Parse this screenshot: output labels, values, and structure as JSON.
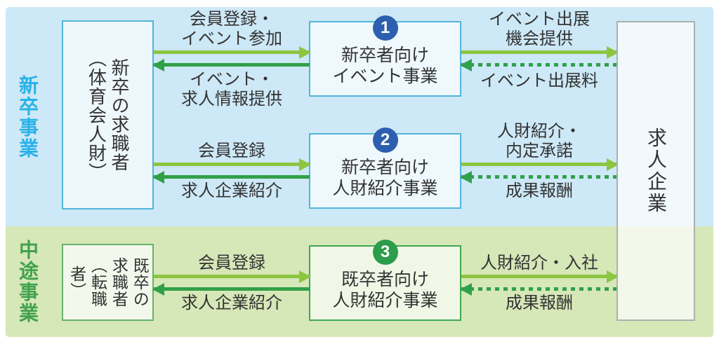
{
  "colors": {
    "panel_blue": "#cde8f6",
    "panel_green": "#d6e7b8",
    "box_border_blue": "#53b5da",
    "box_border_green": "#3fa851",
    "arrow_light_green": "#8cc540",
    "arrow_dark_green": "#31a047",
    "arrow_dashed_green": "#2fa14b",
    "circle_blue": "#2d5fae",
    "circle_green": "#2b9d4b",
    "section_label_blue": "#29b2e8",
    "section_label_green": "#41a24e",
    "company_border_gray": "#a9b2ab"
  },
  "sections": {
    "new_grad": {
      "label": "新卒事業"
    },
    "mid_career": {
      "label": "中途事業"
    }
  },
  "boxes": {
    "new_grad_seeker": {
      "line1": "新卒の求職者",
      "line2": "（体育会人財）"
    },
    "mid_seeker": {
      "line1": "既卒の",
      "line2": "求職者",
      "line3": "（転職者）"
    },
    "biz1": {
      "number": "1",
      "line1": "新卒者向け",
      "line2": "イベント事業"
    },
    "biz2": {
      "number": "2",
      "line1": "新卒者向け",
      "line2": "人財紹介事業"
    },
    "biz3": {
      "number": "3",
      "line1": "既卒者向け",
      "line2": "人財紹介事業"
    },
    "company": {
      "label": "求人企業"
    }
  },
  "flows": {
    "f1_register": {
      "line1": "会員登録・",
      "line2": "イベント参加"
    },
    "f1_info": {
      "line1": "イベント・",
      "line2": "求人情報提供"
    },
    "f1_opportunity": {
      "line1": "イベント出展",
      "line2": "機会提供"
    },
    "f1_fee": {
      "line1": "イベント出展料"
    },
    "f2_register": {
      "line1": "会員登録"
    },
    "f2_intro": {
      "line1": "求人企業紹介"
    },
    "f2_referral": {
      "line1": "人財紹介・",
      "line2": "内定承諾"
    },
    "f2_reward": {
      "line1": "成果報酬"
    },
    "f3_register": {
      "line1": "会員登録"
    },
    "f3_intro": {
      "line1": "求人企業紹介"
    },
    "f3_referral": {
      "line1": "人財紹介・入社"
    },
    "f3_reward": {
      "line1": "成果報酬"
    }
  }
}
